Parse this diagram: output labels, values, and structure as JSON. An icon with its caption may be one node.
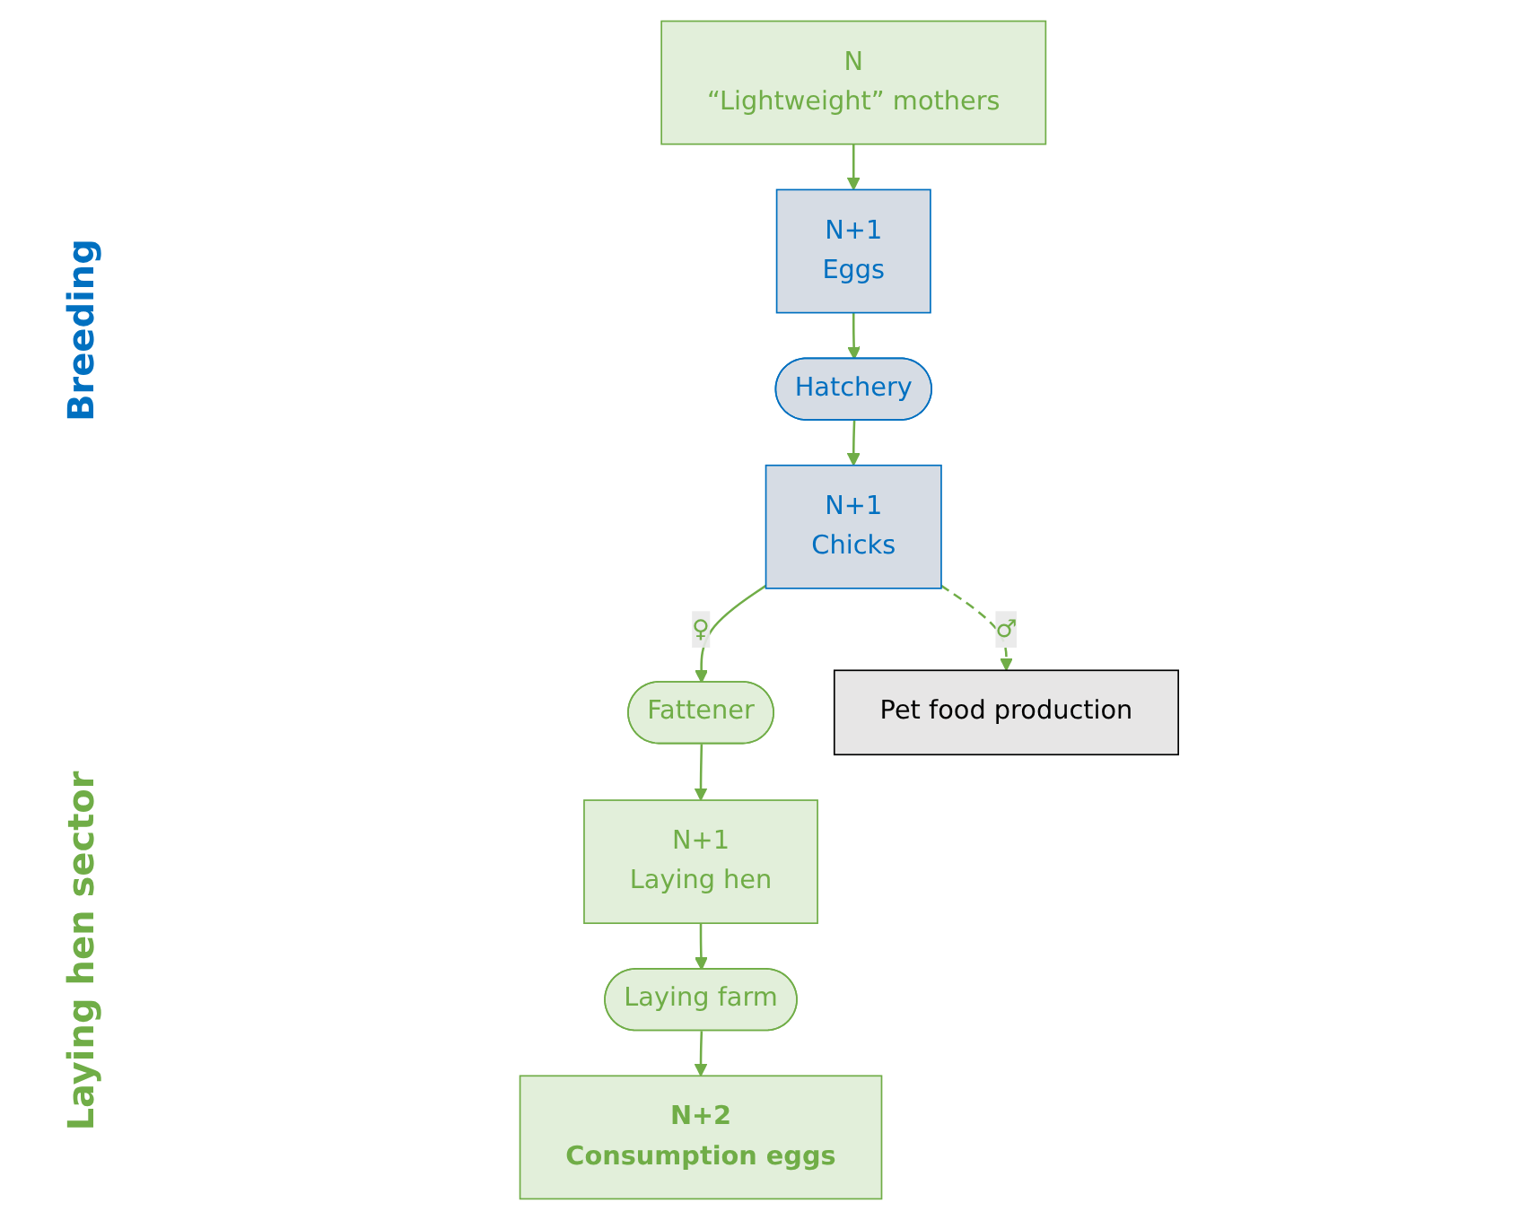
{
  "diagram": {
    "nodes": [
      {
        "text": [
          "N",
          "“Lightweight” mothers"
        ]
      },
      {
        "text": [
          "N+1",
          "Eggs"
        ]
      },
      {
        "text": [
          "Hatchery"
        ]
      },
      {
        "text": [
          "N+1",
          "Chicks"
        ]
      },
      {
        "text": [
          "Fattener"
        ]
      },
      {
        "text": [
          "Pet food production"
        ]
      },
      {
        "text": [
          "N+1",
          "Laying hen"
        ]
      },
      {
        "text": [
          "Laying farm"
        ]
      },
      {
        "text": [
          "N+2",
          "Consumption eggs"
        ]
      }
    ],
    "edges": [
      {
        "from": 0,
        "to": 1,
        "arrow": "to"
      },
      {
        "from": 1,
        "to": 2,
        "arrow": "to"
      },
      {
        "from": 2,
        "to": 3,
        "arrow": "to"
      },
      {
        "from": 3,
        "to": 4,
        "arrow": "to",
        "label": "♀"
      },
      {
        "from": 3,
        "to": 5,
        "arrow": "to",
        "label": "♂",
        "style": "dashed"
      },
      {
        "from": 4,
        "to": 6,
        "arrow": "to"
      },
      {
        "from": 6,
        "to": 7,
        "arrow": "to"
      },
      {
        "from": 7,
        "to": 8,
        "arrow": "to"
      }
    ],
    "labels": [
      "Breeding",
      "Laying hen sector"
    ]
  }
}
